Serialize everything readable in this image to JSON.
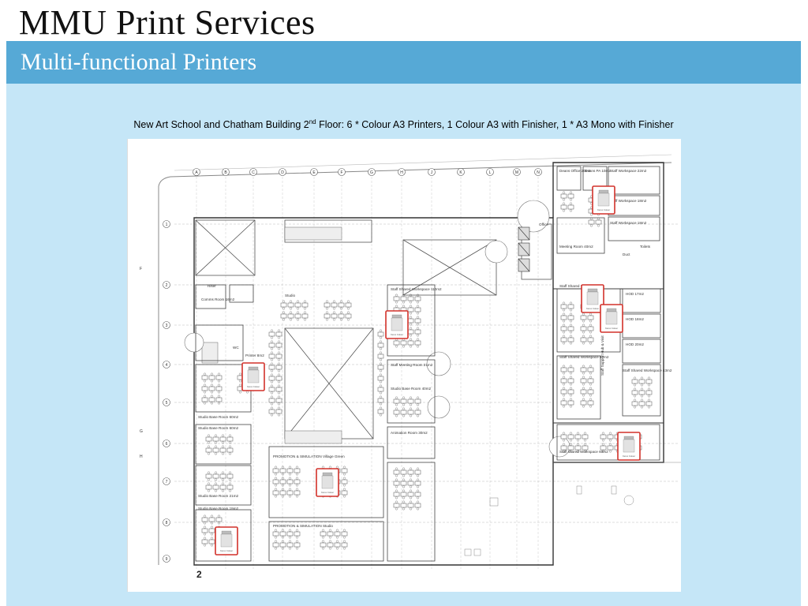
{
  "header": {
    "title": "MMU Print Services",
    "subtitle": "Multi-functional Printers"
  },
  "caption": {
    "pre": "New Art School and Chatham Building 2",
    "sup": "nd",
    "post": " Floor: 6 * Colour A3 Printers, 1 Colour A3 with Finisher, 1 * A3 Mono with Finisher"
  },
  "plan": {
    "floor_number": "2",
    "col_grid": [
      "A",
      "B",
      "C",
      "D",
      "E",
      "F",
      "G",
      "H",
      "J",
      "K",
      "L",
      "M",
      "N"
    ],
    "row_grid": [
      "1",
      "2",
      "3",
      "4",
      "5",
      "6",
      "7",
      "8",
      "9"
    ],
    "side_marks": [
      "F",
      "G",
      "H"
    ],
    "rooms": {
      "deans_office": "Deans Office 20m2",
      "deans_pa": "Deans PA 10m2",
      "staff_ws_22": "Staff Workspace 22m2",
      "staff_ws_18": "Staff Workspace 18m2",
      "office": "Office",
      "meeting_room": "Meeting Room 40m2",
      "staff_ws_18b": "Staff Workspace 18m2",
      "duct": "Duct",
      "toilets": "Toilets",
      "staff_shared_70": "Staff Shared 70m2",
      "hod_17": "HOD 17m2",
      "hod_18": "HOD 18m2",
      "hod_20": "HOD 20m2",
      "staff_shared_43": "Staff Shared Workspace 43m2",
      "staff_shared_87": "Staff Shared Workspace 87m2",
      "corridor": "Staff Support Hub & Visit",
      "staff_shared_60": "Staff shared Workspace 60m2",
      "riser": "Riser",
      "comms": "Comms Room 16m2",
      "wc": "WC",
      "printer": "Printer 8m2",
      "studio": "Studio",
      "staff_shared_110": "Staff Shared Workspace 110m2",
      "staff_meeting": "Staff Meeting Room 21m2",
      "studio_base_40": "Studio Base Room 40m2",
      "studio_base_60": "Studio Base Room 60m2",
      "studio_base_60b": "Studio Base Room 60m2",
      "studio_base_21": "Studio Base Room 21m2",
      "studio_base_19": "Studio Base Room 19m2",
      "animation": "Animation Room 30m2",
      "promotion_green": "PROMOTION & SIMULATION Village Green",
      "promotion_studio": "PROMOTION & SIMULATION Studio"
    },
    "printer_label": "Xerox Colour"
  }
}
